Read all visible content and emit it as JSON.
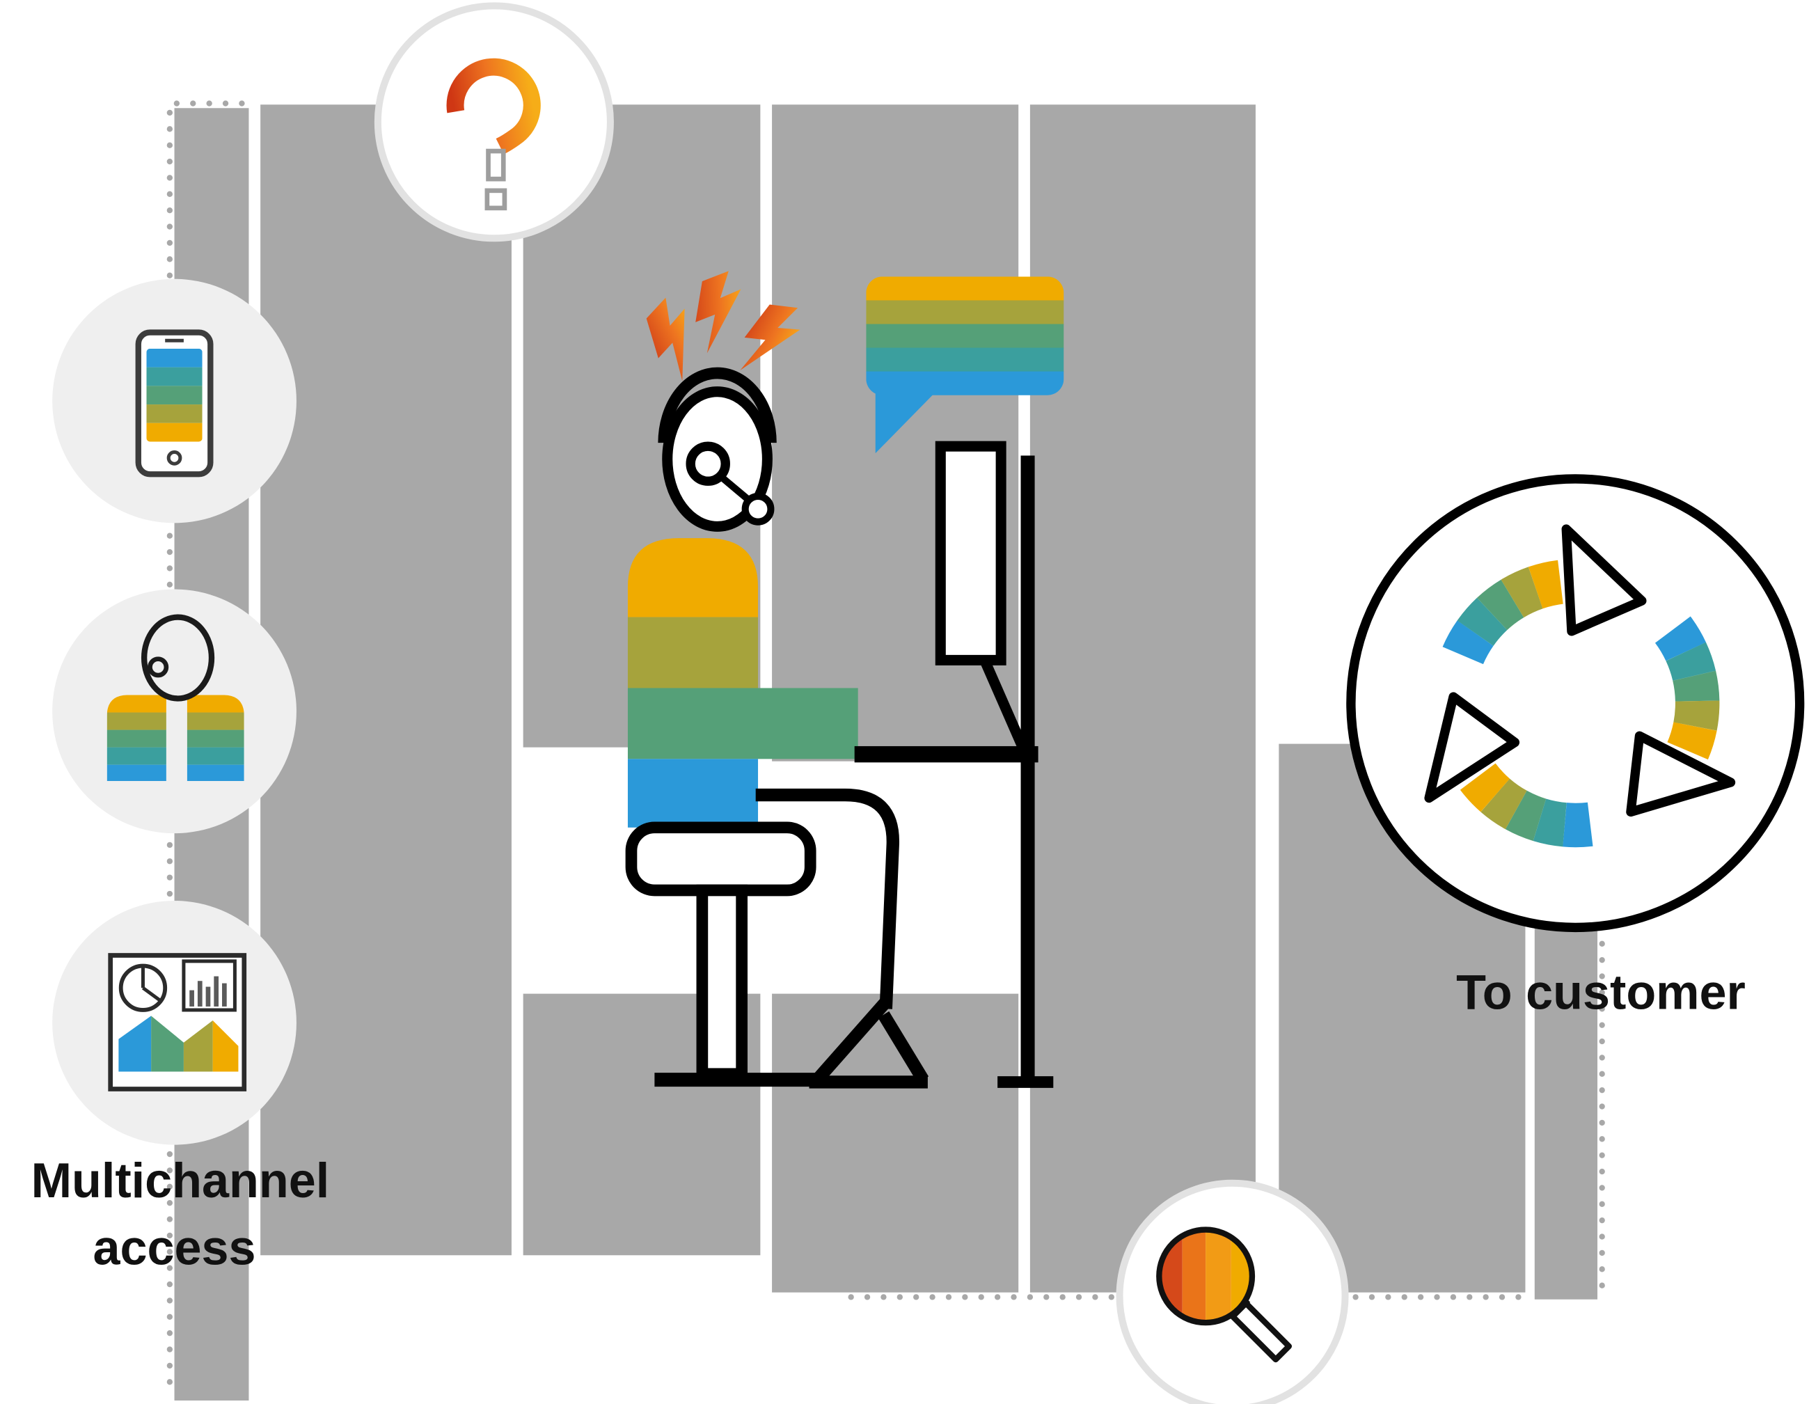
{
  "labels": {
    "multichannel_access_line1": "Multichannel",
    "multichannel_access_line2": "access",
    "to_customer": "To customer"
  },
  "icons": [
    {
      "name": "question-icon",
      "meaning": "open question / inquiry"
    },
    {
      "name": "phone-icon",
      "meaning": "mobile channel"
    },
    {
      "name": "agent-headset-icon",
      "meaning": "call agent channel"
    },
    {
      "name": "analytics-icon",
      "meaning": "dashboard / reporting channel"
    },
    {
      "name": "lightning-bolts-icon",
      "meaning": "stress / incoming alerts"
    },
    {
      "name": "speech-bubble-icon",
      "meaning": "customer conversation"
    },
    {
      "name": "cycle-arrows-icon",
      "meaning": "continuous process to customer"
    },
    {
      "name": "magnifier-icon",
      "meaning": "search / investigate"
    }
  ],
  "colors": {
    "yellow": "#f0ab00",
    "olive": "#a6a33c",
    "green": "#55a078",
    "teal": "#3b9f9e",
    "blue": "#2b99d9",
    "orange": "#ee7420",
    "red_orange": "#d5491a",
    "gray_block": "#a8a8a8",
    "badge_gray": "#efefef",
    "line_black": "#000000"
  }
}
